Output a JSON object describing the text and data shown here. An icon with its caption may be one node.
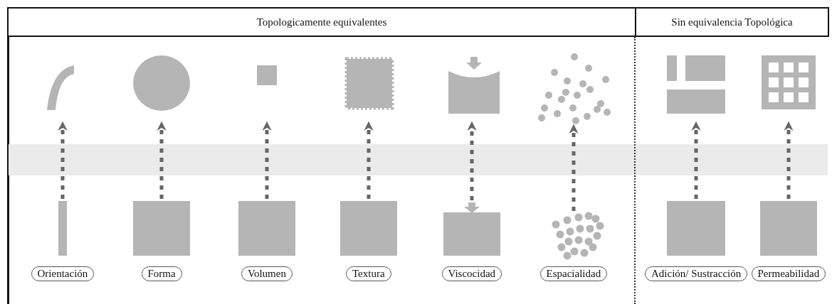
{
  "diagram": {
    "nodes": [
      {
        "text": [
          "Topologicamente equivalentes"
        ]
      },
      {
        "text": [
          "Sin equivalencia Topológica"
        ]
      },
      {
        "text": [],
        "shape": "arc"
      },
      {
        "text": [],
        "shape": "circle"
      },
      {
        "text": [],
        "shape": "box"
      },
      {
        "text": [],
        "shape": "box"
      },
      {
        "text": [],
        "shape": "box"
      },
      {
        "text": [],
        "shape": "picture"
      },
      {
        "text": [],
        "shape": "picture"
      },
      {
        "text": [],
        "shape": "box"
      },
      {
        "text": [],
        "shape": "bar",
        "beside": [
          "Orientación"
        ]
      },
      {
        "text": [],
        "shape": "box",
        "beside": [
          "Forma"
        ]
      },
      {
        "text": [],
        "shape": "box",
        "beside": [
          "Volumen"
        ]
      },
      {
        "text": [],
        "shape": "box",
        "beside": [
          "Textura"
        ]
      },
      {
        "text": [],
        "shape": "box",
        "beside": [
          "Viscocidad"
        ]
      },
      {
        "text": [],
        "shape": "picture",
        "beside": [
          "Espacialidad"
        ]
      },
      {
        "text": [],
        "shape": "box",
        "beside": [
          "Adición/ Sustracción"
        ]
      },
      {
        "text": [],
        "shape": "box",
        "beside": [
          "Permeabilidad"
        ]
      }
    ],
    "edges": [
      {
        "from": 10,
        "to": 2,
        "arrow": "to",
        "style": "dashed"
      },
      {
        "from": 11,
        "to": 3,
        "arrow": "to",
        "style": "dashed"
      },
      {
        "from": 12,
        "to": 4,
        "arrow": "to",
        "style": "dashed"
      },
      {
        "from": 13,
        "to": 5,
        "arrow": "to",
        "style": "dashed"
      },
      {
        "from": 14,
        "to": 6,
        "arrow": "to",
        "style": "dashed"
      },
      {
        "from": 15,
        "to": 7,
        "arrow": "to",
        "style": "dashed"
      },
      {
        "from": 16,
        "to": 8,
        "arrow": "to",
        "style": "dashed"
      },
      {
        "from": 17,
        "to": 9,
        "arrow": "to",
        "style": "dashed"
      }
    ]
  }
}
